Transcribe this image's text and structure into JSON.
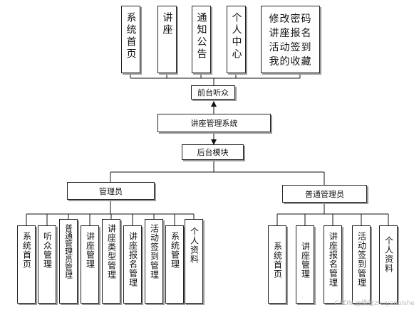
{
  "frontend": {
    "items": [
      "系统首页",
      "讲座",
      "通知公告",
      "个人中心"
    ],
    "personal_center_lines": [
      "修改密码",
      "讲座报名",
      "活动签到",
      "我的收藏"
    ],
    "title": "前台听众"
  },
  "system": {
    "title": "讲座管理系统"
  },
  "backend": {
    "title": "后台模块"
  },
  "admin": {
    "title": "管理员",
    "items": [
      "系统首页",
      "听众管理",
      "普通管理员管理",
      "讲座管理",
      "讲座类型管理",
      "讲座报名管理",
      "活动签到管理",
      "系统管理",
      "个人资料"
    ]
  },
  "regular_admin": {
    "title": "普通管理员",
    "items": [
      "系统首页",
      "讲座管理",
      "讲座报名管理",
      "活动签到管理",
      "个人资料"
    ]
  },
  "watermark": "CSDN @微信zhuyanbishe"
}
